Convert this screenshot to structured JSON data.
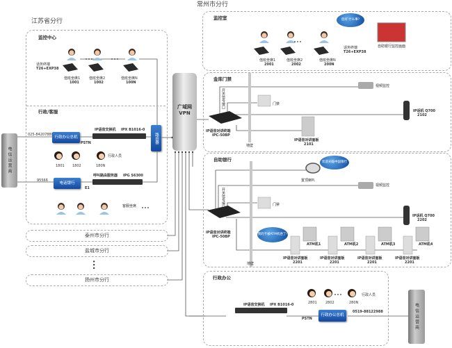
{
  "jiangsu": {
    "title": "江苏省分行",
    "monitor_center": {
      "title": "监控中心",
      "terminal_label": "话务终端",
      "terminal_model": "T26+EXP38",
      "seats": [
        {
          "name": "值班坐席1",
          "ext": "1001"
        },
        {
          "name": "值班坐席2",
          "ext": "1002"
        },
        {
          "name": "值班坐席N",
          "ext": "100N"
        }
      ]
    },
    "admin_service": {
      "title": "行政/客服",
      "pstn_number": "025-84207888",
      "admin_switchboard": "行政办公总机",
      "pstn": "PSTN",
      "ipx_label": "IP语音交换机",
      "ipx_model": "IPX B1016-0",
      "router": "路由器",
      "staff": [
        "1801",
        "1802",
        "180N"
      ],
      "staff_label": "行政人员",
      "hotline": "95566",
      "phone_bank": "电话银行",
      "e1": "E1",
      "ipg_label": "呼叫路由服务器",
      "ipg_model": "IPG S6300",
      "agents_label": "客服坐席"
    }
  },
  "carrier_label": "电信运营商",
  "branches": [
    "泰州市分行",
    "盐城市分行",
    "扬州市分行"
  ],
  "wan": {
    "line1": "广域网",
    "line2": "VPN"
  },
  "changzhou": {
    "title": "常州市分行",
    "monitor_room": {
      "title": "监控室",
      "bubble": "您好 什么事?",
      "terminal_label": "话务终端",
      "terminal_model": "T26+EXP38",
      "seats": [
        {
          "name": "值班坐席1",
          "ext": "2001"
        },
        {
          "name": "值班坐席2",
          "ext": "2002"
        },
        {
          "name": "值班坐席N",
          "ext": "200N"
        }
      ],
      "atm_monitor": "自助银行监控画面"
    },
    "vault": {
      "title": "金库门禁",
      "camera": "视频监控",
      "door": "门禁",
      "switch_port": "开关信号接口",
      "intercom_label": "IP语音对讲终端",
      "intercom_model": "IPC-50BP",
      "wall": "墙壁",
      "panel_label": "IP语音对讲面板",
      "panel_ext": "2101",
      "phone_label": "IP话机 Q700",
      "phone_ext": "2102"
    },
    "self_bank": {
      "title": "自助银行",
      "speaker": "置顶喇叭",
      "speaker_bubble": "欢迎光临中国银行",
      "camera": "视频监控",
      "door": "门禁",
      "switch_port": "开关信号接口",
      "intercom_label": "IP语音对讲终端",
      "intercom_model": "IPC-50BP",
      "wall": "墙壁",
      "phone_label": "IP话机 Q700",
      "phone_ext": "2202",
      "atm_bubble": "我的卡被ATM机吞了!",
      "atms": [
        "ATM机1",
        "ATM机2",
        "ATM机3",
        "ATM机4"
      ],
      "panels": [
        {
          "label": "IP语音对讲面板",
          "ext": "2201"
        },
        {
          "label": "IP语音对讲面板",
          "ext": "2201"
        },
        {
          "label": "IP语音对讲面板",
          "ext": "2201"
        },
        {
          "label": "IP语音对讲面板",
          "ext": "2201"
        }
      ]
    },
    "admin_office": {
      "title": "行政办公",
      "staff": [
        "2801",
        "2802",
        "280N"
      ],
      "staff_label": "行政人员",
      "ipx_label": "IP语音交换机",
      "ipx_model": "IPX B1016-0",
      "pstn": "PSTN",
      "switchboard": "行政办公总机",
      "pstn_number": "0519-88122988"
    }
  }
}
